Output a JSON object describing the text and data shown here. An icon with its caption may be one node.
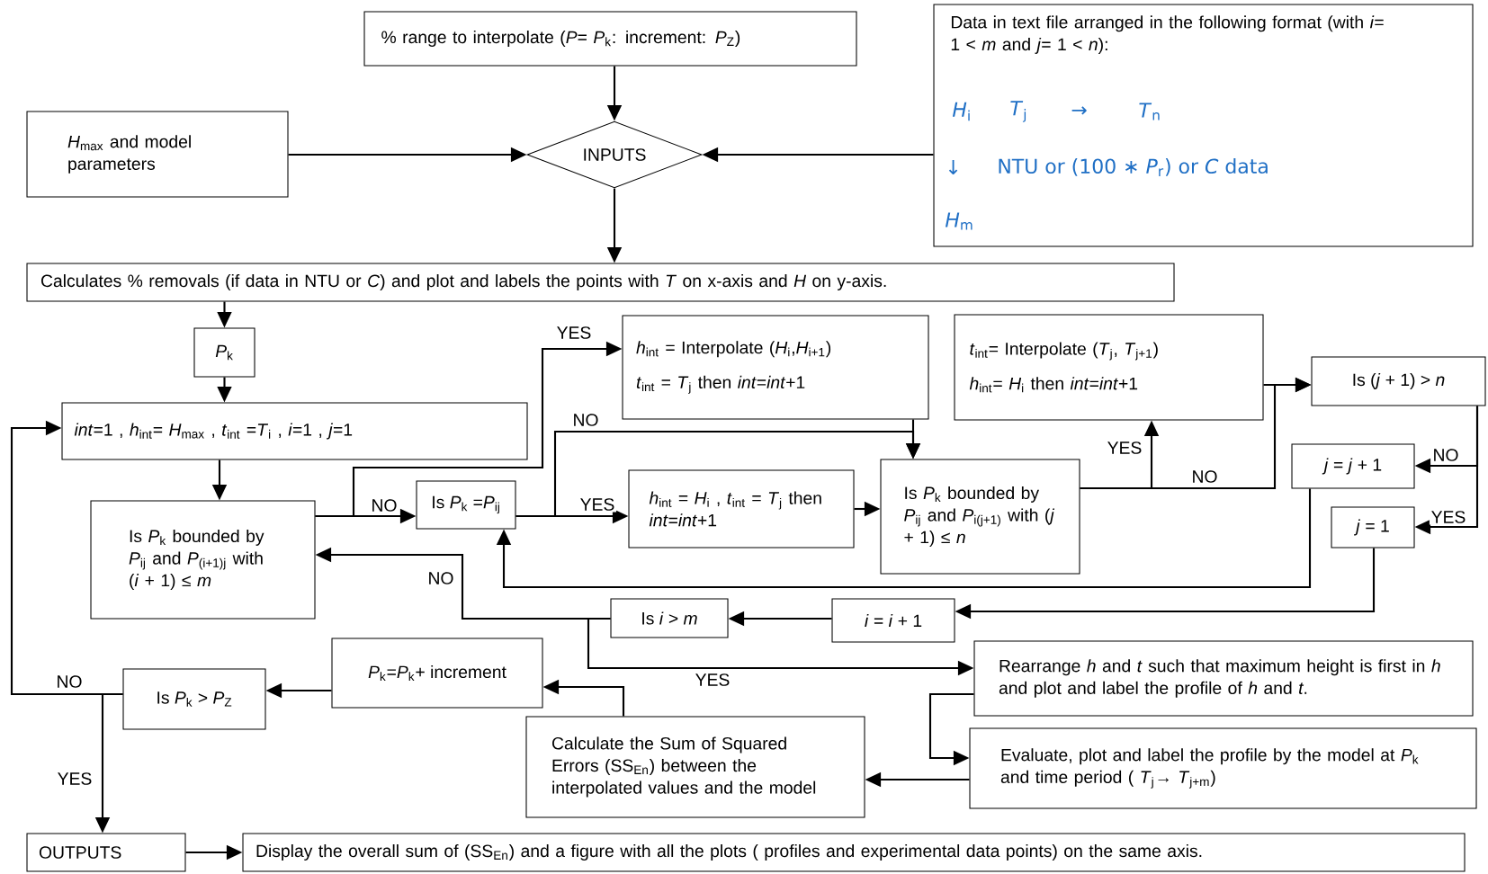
{
  "diagram": {
    "nodes": [
      {
        "text": [
          "% range to interpolate (*P*= *P*$_{k}$: increment: *P*$_{Z}$)"
        ]
      },
      {
        "text": [
          "*H*$_{max}$ and model parameters"
        ]
      },
      {
        "text": [
          "INPUTS"
        ]
      },
      {
        "text": [
          "Data in text file arranged in the following format (with *i*= 1 < *m* and *j*= 1 < *n*):",
          "*H*$_{i}$",
          "*T*$_{j}$",
          "→",
          "*T*$_{n}$",
          "↓",
          "NTU or (100 ∗ *P*$_{r}$) or *C* data",
          "*H*$_{m}$"
        ]
      },
      {
        "text": [
          "Calculates % removals (if data in NTU or *C*) and plot and labels the points with *T* on x-axis and *H* on y-axis."
        ]
      },
      {
        "text": [
          "*P*$_{k}$"
        ]
      },
      {
        "text": [
          "*int*=1 , *h*$_{int}$= *H*$_{max}$ , *t*$_{int}$ =*T*$_{i}$ , *i*=1 , *j*=1"
        ]
      },
      {
        "text": [
          "Is *P*$_{k}$ bounded by *P*$_{ij}$ and *P*$_{(i+1)j}$ with (*i* + 1) ≤ *m*"
        ]
      },
      {
        "text": [
          "Is *P*$_{k}$ =*P*$_{ij}$"
        ]
      },
      {
        "text": [
          "*h*$_{int}$ = Interpolate (*H*$_{i}$,*H*$_{i+1}$)",
          "*t*$_{int}$ = *T*$_{j}$   then *int*=*int*+1"
        ]
      },
      {
        "text": [
          "*h*$_{int}$ = *H*$_{i}$ , *t*$_{int}$ = *T*$_{j}$ then *int*=*int*+1"
        ]
      },
      {
        "text": [
          "Is *P*$_{k}$ bounded by *P*$_{ij}$ and *P*$_{i(j+1)}$ with (*j* + 1) ≤ *n*"
        ]
      },
      {
        "text": [
          "*t*$_{int}$= Interpolate (*T*$_{j}$, *T*$_{j+1}$)",
          "*h*$_{int}$=  *H*$_{i}$ then *int*=*int*+1"
        ]
      },
      {
        "text": [
          "Is (*j* + 1) > *n*"
        ]
      },
      {
        "text": [
          "*j* = *j* + 1"
        ]
      },
      {
        "text": [
          "*j* = 1"
        ]
      },
      {
        "text": [
          "*i* = *i* + 1"
        ]
      },
      {
        "text": [
          "Is *i* > *m*"
        ]
      },
      {
        "text": [
          "Rearrange *h* and *t* such that maximum height is first in *h* and plot and label the profile of *h* and *t*."
        ]
      },
      {
        "text": [
          "Evaluate, plot and label the profile by the model at *P*$_{k}$ and time period ( *T*$_{j}$→ *T*$_{j+m}$)"
        ]
      },
      {
        "text": [
          "Calculate the Sum of Squared Errors (SS$_{En}$) between the interpolated values and the model"
        ]
      },
      {
        "text": [
          "*P*$_{k}$=*P*$_{k}$+ increment"
        ]
      },
      {
        "text": [
          "Is *P*$_{k}$ > *P*$_{Z}$"
        ]
      },
      {
        "text": [
          "OUTPUTS"
        ]
      },
      {
        "text": [
          "Display the overall sum of (SS$_{En}$) and a figure with all the plots ( profiles and experimental data points) on the same axis."
        ]
      }
    ],
    "edges": [
      {
        "from": 0,
        "to": 2,
        "arrow": "to"
      },
      {
        "from": 1,
        "to": 2,
        "arrow": "to"
      },
      {
        "from": 3,
        "to": 2,
        "arrow": "to"
      },
      {
        "from": 2,
        "to": 4,
        "arrow": "to"
      },
      {
        "from": 4,
        "to": 5,
        "arrow": "to"
      },
      {
        "from": 5,
        "to": 6,
        "arrow": "to"
      },
      {
        "from": 6,
        "to": 7,
        "arrow": "to"
      },
      {
        "from": 7,
        "to": 8,
        "arrow": "to",
        "label": "NO"
      },
      {
        "from": 7,
        "to": 9,
        "arrow": "to",
        "label": "YES"
      },
      {
        "from": 8,
        "to": 10,
        "arrow": "to",
        "label": "YES"
      },
      {
        "from": 8,
        "to": 11,
        "arrow": "to",
        "label": "NO"
      },
      {
        "from": 9,
        "to": 11,
        "arrow": "to"
      },
      {
        "from": 10,
        "to": 11,
        "arrow": "to"
      },
      {
        "from": 11,
        "to": 12,
        "arrow": "to",
        "label": "YES"
      },
      {
        "from": 11,
        "to": 13,
        "arrow": "to",
        "label": "NO"
      },
      {
        "from": 12,
        "to": 13,
        "arrow": "to"
      },
      {
        "from": 13,
        "to": 14,
        "arrow": "to",
        "label": "NO"
      },
      {
        "from": 13,
        "to": 15,
        "arrow": "to",
        "label": "YES"
      },
      {
        "from": 14,
        "to": 8,
        "arrow": "to"
      },
      {
        "from": 15,
        "to": 16,
        "arrow": "to"
      },
      {
        "from": 16,
        "to": 17,
        "arrow": "to"
      },
      {
        "from": 17,
        "to": 7,
        "arrow": "to",
        "label": "NO"
      },
      {
        "from": 17,
        "to": 18,
        "arrow": "to",
        "label": "YES"
      },
      {
        "from": 18,
        "to": 19,
        "arrow": "to"
      },
      {
        "from": 19,
        "to": 20,
        "arrow": "to"
      },
      {
        "from": 20,
        "to": 21,
        "arrow": "to"
      },
      {
        "from": 21,
        "to": 22,
        "arrow": "to"
      },
      {
        "from": 22,
        "to": 6,
        "arrow": "to",
        "label": "NO"
      },
      {
        "from": 22,
        "to": 23,
        "arrow": "to",
        "label": "YES"
      },
      {
        "from": 23,
        "to": 24,
        "arrow": "to"
      }
    ]
  }
}
